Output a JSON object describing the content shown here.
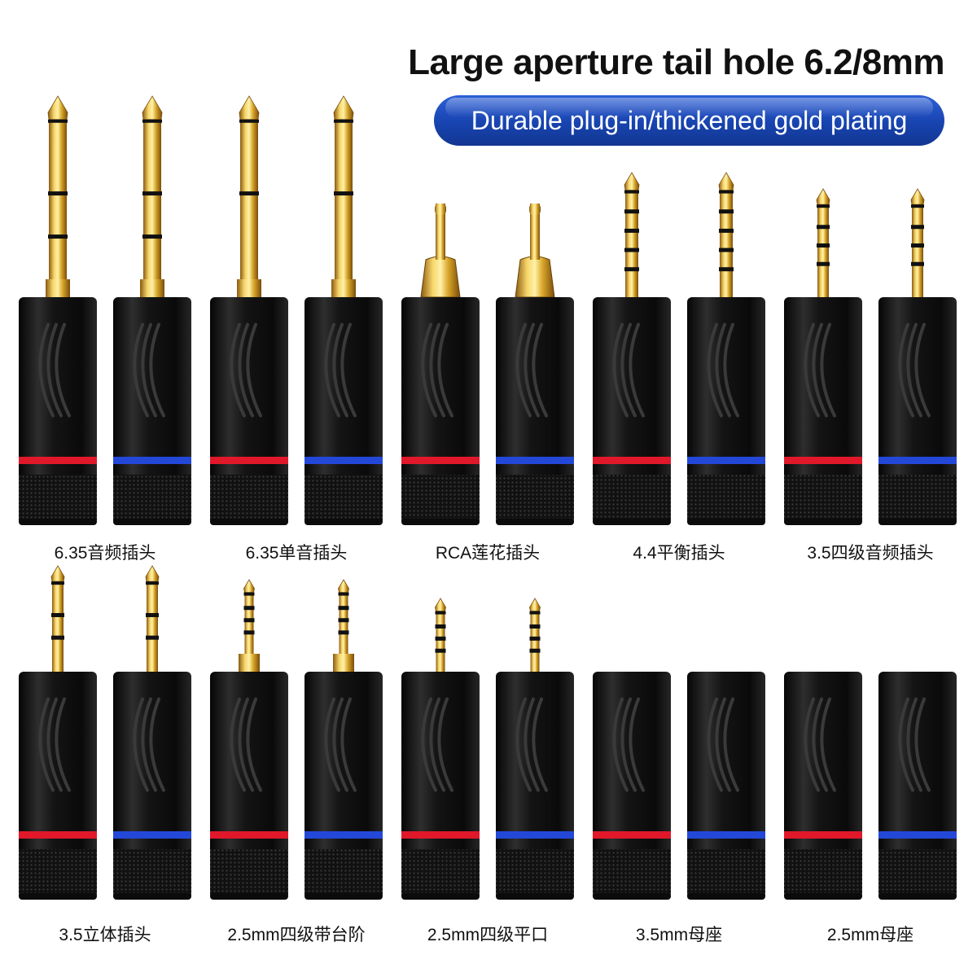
{
  "header": {
    "title": "Large aperture tail hole 6.2/8mm",
    "subtitle": "Durable plug-in/thickened gold plating"
  },
  "colors": {
    "gold": "#d8a629",
    "body": "#141414",
    "ring_red": "#e0182a",
    "ring_blue": "#2348d8",
    "pill": "#1c49b8"
  },
  "groups": [
    {
      "label": "6.35音频插头",
      "type": "jack635-stereo"
    },
    {
      "label": "6.35单音插头",
      "type": "jack635-mono"
    },
    {
      "label": "RCA莲花插头",
      "type": "rca"
    },
    {
      "label": "4.4平衡插头",
      "type": "jack44"
    },
    {
      "label": "3.5四级音频插头",
      "type": "jack35-4pole"
    },
    {
      "label": "3.5立体插头",
      "type": "jack35-stereo"
    },
    {
      "label": "2.5mm四级带台阶",
      "type": "jack25-step"
    },
    {
      "label": "2.5mm四级平口",
      "type": "jack25-flat"
    },
    {
      "label": "3.5mm母座",
      "type": "female35"
    },
    {
      "label": "2.5mm母座",
      "type": "female25"
    }
  ]
}
